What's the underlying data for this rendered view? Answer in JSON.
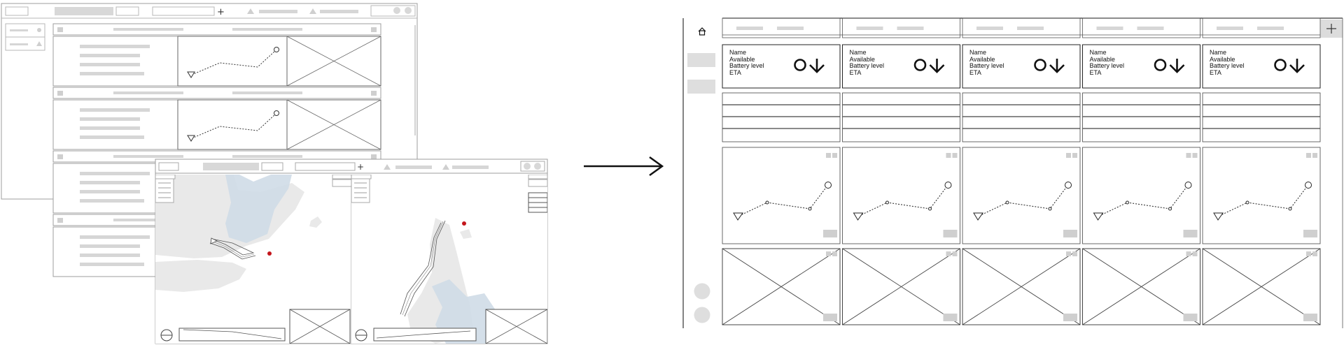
{
  "old_ui": {
    "windows": 3,
    "list_rows": 4,
    "map_panels": 2
  },
  "transition": {
    "arrow_icon": "arrow-right-icon"
  },
  "new_ui": {
    "columns": 5,
    "info_card": {
      "lines": [
        "Name",
        "Available",
        "Battery level",
        "ETA"
      ],
      "icons": [
        "circle-icon",
        "arrow-down-icon"
      ]
    },
    "sidebar": {
      "top_icon": "home-icon",
      "buttons": 2,
      "round_buttons": 2
    },
    "add_icon": "plus-icon",
    "table_rows": 4
  }
}
